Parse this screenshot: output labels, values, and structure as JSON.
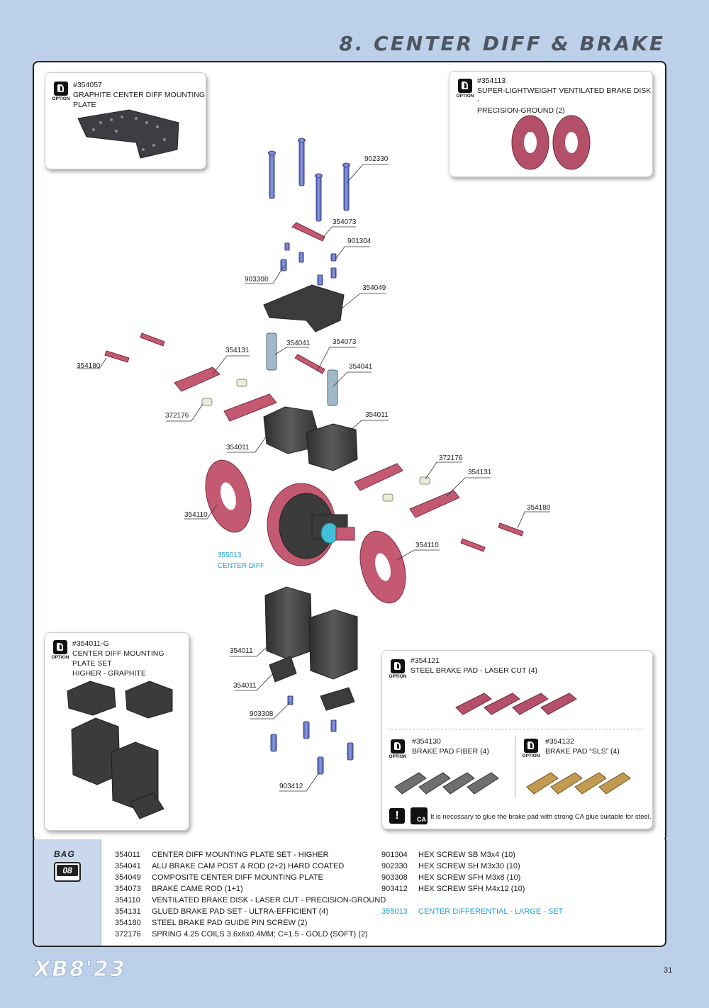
{
  "page": {
    "title": "8. CENTER DIFF & BRAKE",
    "logo": "XB8'23",
    "page_number": "31"
  },
  "callouts": {
    "c354057": {
      "option": "OPTION",
      "number": "#354057",
      "line1": "GRAPHITE CENTER DIFF MOUNTING PLATE",
      "line2": ""
    },
    "c354113": {
      "option": "OPTION",
      "number": "#354113",
      "line1": "SUPER-LIGHTWEIGHT VENTILATED BRAKE DISK -",
      "line2": "PRECISION-GROUND (2)"
    },
    "c354011g": {
      "option": "OPTION",
      "number": "#354011-G",
      "line1": "CENTER DIFF MOUNTING PLATE SET",
      "line2": "HIGHER - GRAPHITE"
    },
    "c354121": {
      "option": "OPTION",
      "number": "#354121",
      "line1": "STEEL BRAKE PAD - LASER CUT (4)"
    },
    "c354130": {
      "option": "OPTION",
      "number": "#354130",
      "line1": "BRAKE PAD FIBER (4)"
    },
    "c354132": {
      "option": "OPTION",
      "number": "#354132",
      "line1": "BRAKE PAD “SLS” (4)"
    },
    "glue_note": "It is necessary to glue the brake pad with strong CA glue suitable for steel.",
    "ca_label": "CA"
  },
  "labels": {
    "l902330": "902330",
    "l354073a": "354073",
    "l901304": "901304",
    "l903308a": "903308",
    "l354049": "354049",
    "l354131a": "354131",
    "l354041a": "354041",
    "l354073b": "354073",
    "l354180a": "354180",
    "l354041b": "354041",
    "l372176a": "372176",
    "l354011a": "354011",
    "l354011b": "354011",
    "l372176b": "372176",
    "l354131b": "354131",
    "l354180b": "354180",
    "l354110a": "354110",
    "l354110b": "354110",
    "l355013": "355013",
    "l355013_desc": "CENTER DIFF",
    "l354011c": "354011",
    "l354011d": "354011",
    "l903308b": "903308",
    "l903412": "903412"
  },
  "bag": {
    "label": "BAG",
    "number": "08"
  },
  "parts_left": [
    {
      "code": "354011",
      "desc": "CENTER DIFF MOUNTING PLATE SET - HIGHER"
    },
    {
      "code": "354041",
      "desc": "ALU BRAKE CAM POST & ROD (2+2) HARD COATED"
    },
    {
      "code": "354049",
      "desc": "COMPOSITE CENTER DIFF MOUNTING PLATE"
    },
    {
      "code": "354073",
      "desc": "BRAKE CAME ROD (1+1)"
    },
    {
      "code": "354110",
      "desc": "VENTILATED BRAKE DISK - LASER CUT - PRECISION-GROUND"
    },
    {
      "code": "354131",
      "desc": "GLUED BRAKE PAD SET - ULTRA-EFFICIENT (4)"
    },
    {
      "code": "354180",
      "desc": "STEEL BRAKE PAD GUIDE PIN SCREW (2)"
    },
    {
      "code": "372176",
      "desc": "SPRING 4.25 COILS 3.6x6x0.4MM; C=1.5 - GOLD (SOFT) (2)"
    }
  ],
  "parts_right": [
    {
      "code": "901304",
      "desc": "HEX SCREW  SB M3x4  (10)"
    },
    {
      "code": "902330",
      "desc": "HEX SCREW  SH M3x30  (10)"
    },
    {
      "code": "903308",
      "desc": "HEX SCREW  SFH M3x8  (10)"
    },
    {
      "code": "903412",
      "desc": "HEX SCREW  SFH M4x12  (10)"
    }
  ],
  "parts_special": {
    "code": "355013",
    "desc": "CENTER DIFFERENTIAL - LARGE - SET"
  },
  "colors": {
    "background": "#bcd0ea",
    "title": "#4d5561",
    "accent_cyan": "#1fa3d6",
    "screw_blue": "#6f7fc4",
    "brake_red": "#b5506a",
    "plastic_gray": "#454545",
    "pad_gold": "#c39a52"
  }
}
